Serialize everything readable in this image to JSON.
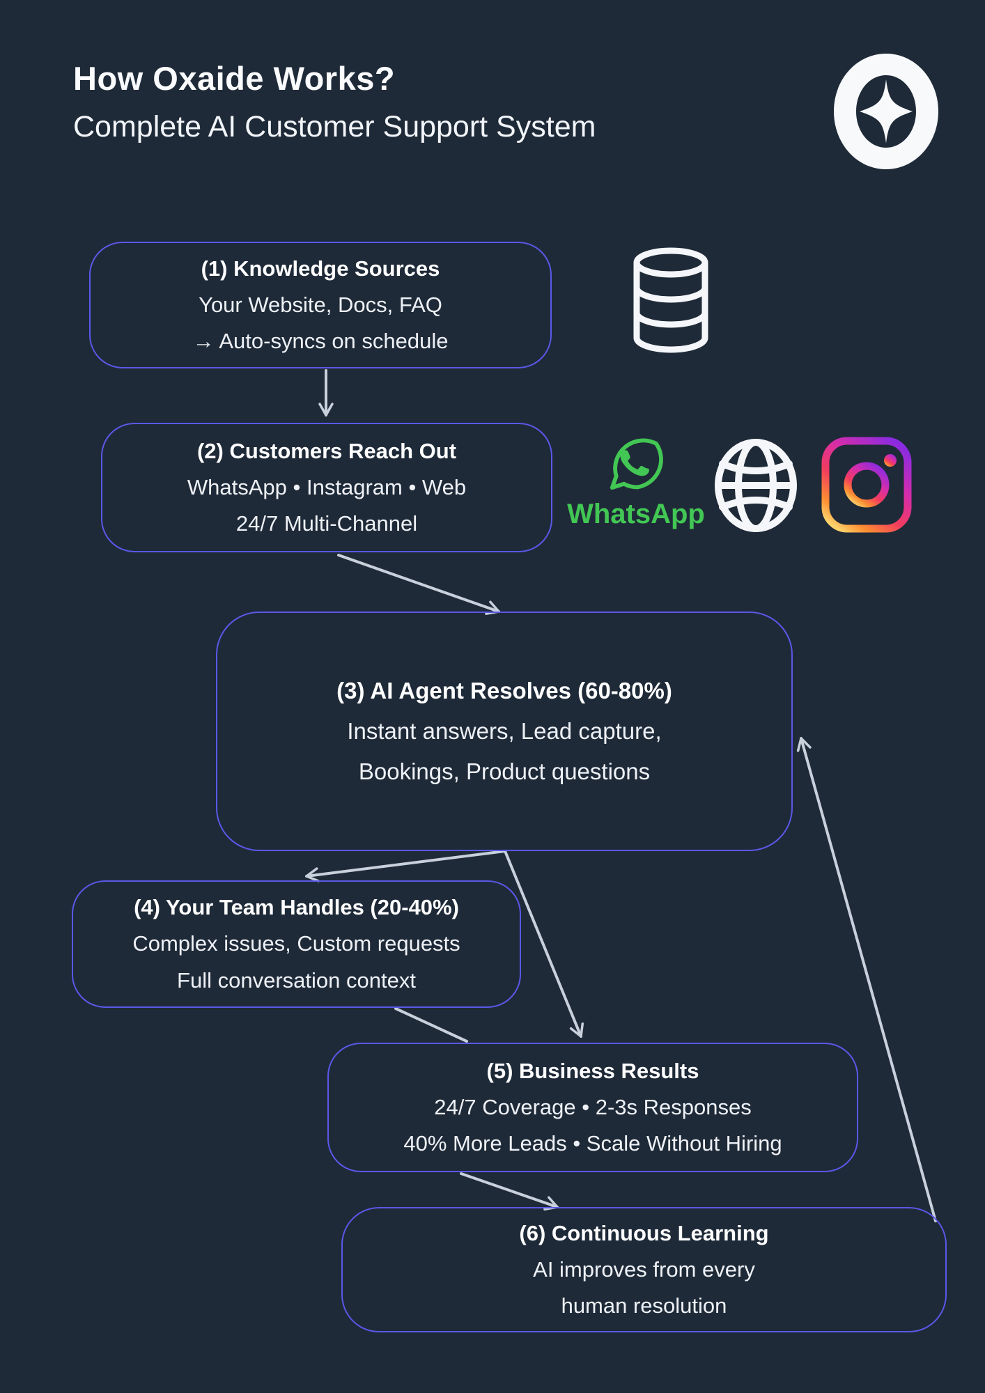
{
  "page": {
    "title": "How Oxaide Works?",
    "subtitle": "Complete AI Customer Support System"
  },
  "colors": {
    "background": "#1f2a38",
    "box_border": "#5b58e8",
    "arrow": "#c8d0dc",
    "text": "#f2f5f9",
    "whatsapp_green": "#42c754",
    "instagram_gradient": [
      "#7232bd",
      "#b429c9",
      "#e1306c",
      "#fd8d32",
      "#ffd26b"
    ]
  },
  "boxes": [
    {
      "title": "(1) Knowledge Sources",
      "lines": [
        "Your Website, Docs, FAQ",
        "→ Auto-syncs on schedule"
      ]
    },
    {
      "title": "(2) Customers Reach Out",
      "lines": [
        "WhatsApp • Instagram • Web",
        "24/7 Multi-Channel"
      ]
    },
    {
      "title": "(3) AI Agent Resolves (60-80%)",
      "lines": [
        "Instant answers, Lead capture,",
        "Bookings, Product questions"
      ]
    },
    {
      "title": "(4) Your Team Handles (20-40%)",
      "lines": [
        "Complex issues, Custom requests",
        "Full conversation context"
      ]
    },
    {
      "title": "(5) Business Results",
      "lines": [
        "24/7 Coverage • 2-3s Responses",
        "40% More Leads • Scale Without Hiring"
      ]
    },
    {
      "title": "(6) Continuous Learning",
      "lines": [
        "AI improves from every",
        "human resolution"
      ]
    }
  ],
  "icons": {
    "logo": "oxaide-sparkle-logo",
    "database": "database-cylinder-icon",
    "whatsapp": "whatsapp-icon",
    "whatsapp_label": "WhatsApp",
    "globe": "globe-icon",
    "instagram": "instagram-icon"
  }
}
